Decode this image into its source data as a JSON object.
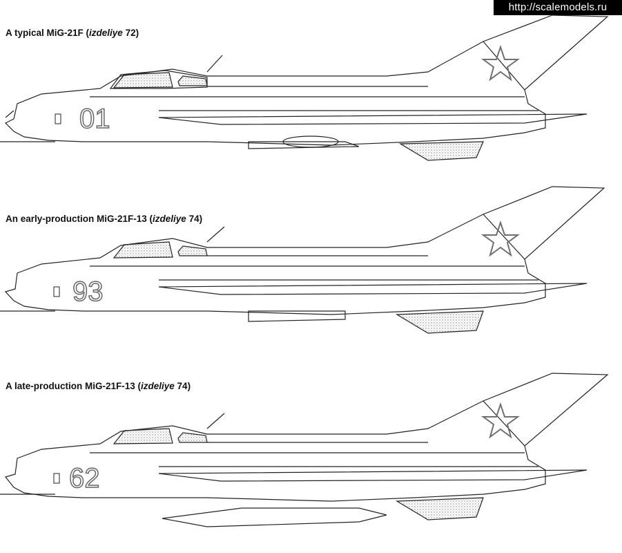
{
  "watermark": "http://scalemodels.ru",
  "profiles": [
    {
      "caption_main": "A typical MiG-21F (",
      "caption_italic": "izdeliye",
      "caption_end": " 72)",
      "tail_number": "01"
    },
    {
      "caption_main": "An early-production MiG-21F-13 (",
      "caption_italic": "izdeliye",
      "caption_end": " 74)",
      "tail_number": "93"
    },
    {
      "caption_main": "A late-production MiG-21F-13 (",
      "caption_italic": "izdeliye",
      "caption_end": " 74)",
      "tail_number": "62"
    }
  ],
  "colors": {
    "line": "#222222",
    "star": "#6f6f6f",
    "number": "#666666",
    "stipple": "#9a9a9a"
  }
}
